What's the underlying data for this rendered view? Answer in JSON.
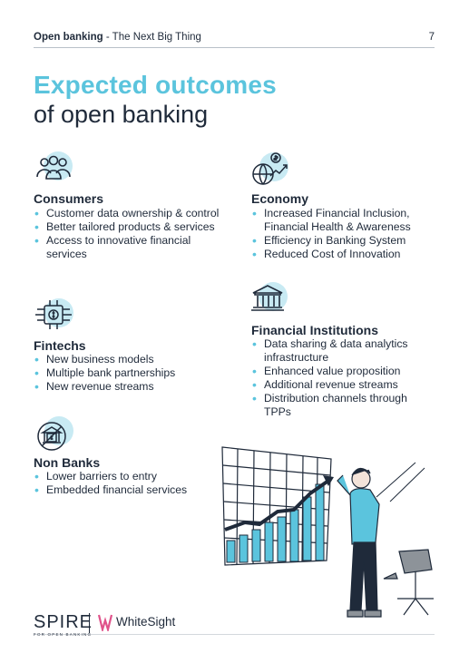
{
  "header": {
    "doc_title_bold": "Open banking",
    "doc_title_rest": " - The Next Big Thing",
    "page_number": "7"
  },
  "title": {
    "line1": "Expected outcomes",
    "line2": "of open banking"
  },
  "sections": {
    "consumers": {
      "title": "Consumers",
      "icon": "people-group-icon",
      "items": [
        "Customer data ownership & control",
        "Better tailored products & services",
        "Access to innovative financial services"
      ]
    },
    "economy": {
      "title": "Economy",
      "icon": "globe-growth-icon",
      "items": [
        "Increased Financial Inclusion, Financial Health & Awareness",
        "Efficiency in Banking System",
        "Reduced Cost of Innovation"
      ]
    },
    "fintechs": {
      "title": "Fintechs",
      "icon": "chip-dollar-icon",
      "items": [
        "New business models",
        "Multiple bank partnerships",
        "New revenue streams"
      ]
    },
    "financial_institutions": {
      "title": "Financial Institutions",
      "icon": "bank-building-icon",
      "items": [
        "Data sharing & data analytics infrastructure",
        "Enhanced value proposition",
        "Additional revenue streams",
        "Distribution channels through TPPs"
      ]
    },
    "non_banks": {
      "title": "Non Banks",
      "icon": "crossed-bank-icon",
      "items": [
        "Lower barriers to entry",
        "Embedded financial services"
      ]
    }
  },
  "footer": {
    "logo1": "SPIRE",
    "logo1_sub": "FOR OPEN BANKING",
    "logo2": "WhiteSight"
  },
  "colors": {
    "accent": "#5bc4dd",
    "text": "#1f2a3a",
    "icon_bg": "#c8eaf3"
  }
}
